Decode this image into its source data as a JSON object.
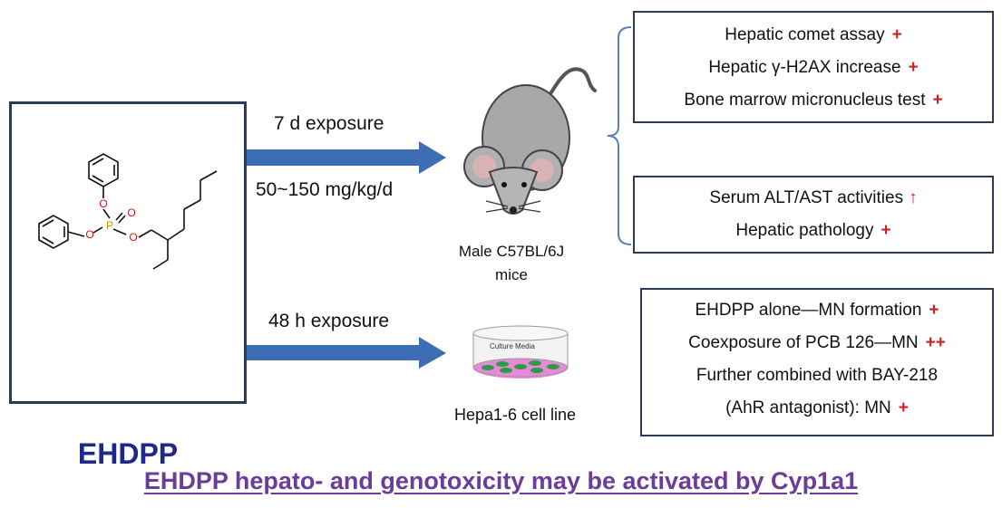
{
  "compound": {
    "name": "EHDPP"
  },
  "arrows": {
    "top_label": "7 d exposure",
    "top_dose": "50~150 mg/kg/d",
    "bottom_label": "48 h exposure"
  },
  "subjects": {
    "mouse_caption_line1": "Male C57BL/6J",
    "mouse_caption_line2": "mice",
    "cell_caption": "Hepa1-6 cell line",
    "dish_label": "Culture Media"
  },
  "results": {
    "genotox": [
      {
        "text": "Hepatic comet assay",
        "mark": "+"
      },
      {
        "text": "Hepatic γ-H2AX increase",
        "mark": "+"
      },
      {
        "text": "Bone marrow micronucleus  test",
        "mark": "+"
      }
    ],
    "hepatotox": [
      {
        "text": "Serum ALT/AST activities",
        "mark": "↑"
      },
      {
        "text": "Hepatic pathology",
        "mark": "+"
      }
    ],
    "cell": [
      {
        "text": "EHDPP alone—MN formation",
        "mark": "+"
      },
      {
        "text": "Coexposure of PCB 126—MN",
        "mark": "++"
      },
      {
        "text": "Further combined with BAY-218",
        "mark": ""
      },
      {
        "text": "(AhR antagonist): MN",
        "mark": "+"
      }
    ]
  },
  "conclusion": "EHDPP hepato- and genotoxicity may  be activated by Cyp1a1",
  "colors": {
    "arrow": "#3d6db5",
    "box_border": "#2b3a57",
    "plus": "#d0201c",
    "compound_label": "#1d2a8c",
    "conclusion": "#6b3c9a",
    "bracket": "#5b7fb5"
  }
}
